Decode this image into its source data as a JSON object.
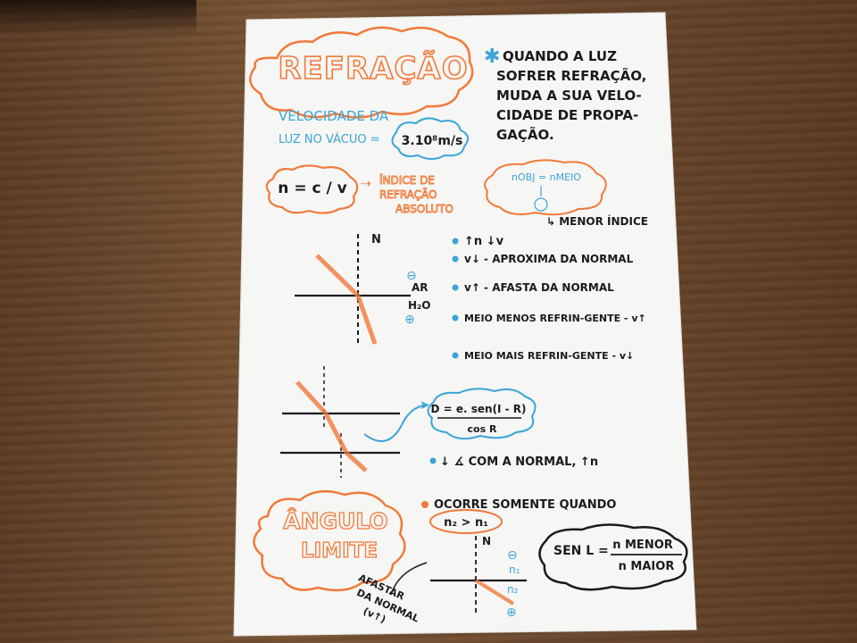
{
  "title": "REFRAÇÃO",
  "intro": [
    "QUANDO A LUZ",
    "SOFRER REFRAÇÃO,",
    "MUDA A SUA VELO-",
    "CIDADE DE PROPA-",
    "GAÇÃO."
  ],
  "light_speed": {
    "line1": "VELOCIDADE DA",
    "line2": "LUZ NO VÁCUO =",
    "value": "3.10⁸m/s"
  },
  "index_formula": {
    "formula": "n = c / v",
    "note_lines": [
      "ÍNDICE DE",
      "REFRAÇÃO",
      "ABSOLUTO"
    ]
  },
  "medium_box": {
    "text": "nOBJ = nMEIO",
    "note": "↳ MENOR ÍNDICE"
  },
  "diagram1": {
    "normal": "N",
    "top_medium": "AR",
    "bottom_medium": "H₂O",
    "minus": "⊖",
    "plus": "⊕"
  },
  "bullets": [
    "↑n ↓v",
    "v↓ - APROXIMA DA NORMAL",
    "v↑ - AFASTA DA NORMAL",
    "MEIO MENOS REFRIN-GENTE - v↑",
    "MEIO MAIS REFRIN-GENTE - v↓"
  ],
  "displacement_formula": {
    "numerator": "D = e. sen(I - R)",
    "denominator": "cos R"
  },
  "angle_bullet": "↓ ∡ COM A NORMAL, ↑n",
  "limit_title": [
    "ÂNGULO",
    "LIMITE"
  ],
  "limit_condition": {
    "line1": "OCORRE SOMENTE QUANDO",
    "line2": "n₂ > n₁"
  },
  "diagram3": {
    "normal": "N",
    "n1": "n₁",
    "n2": "n₂",
    "minus": "⊖",
    "plus": "⊕",
    "side_note": [
      "AFASTAR",
      "DA NORMAL",
      "(v↑)"
    ]
  },
  "limit_formula": {
    "lhs": "SEN L =",
    "numerator": "n MENOR",
    "denominator": "n MAIOR"
  },
  "colors": {
    "paper": "#f7f7f5",
    "orange": "#f07a3a",
    "blue": "#3aa5d6",
    "ink": "#1b1b1f",
    "desk": "#6b4a30"
  }
}
